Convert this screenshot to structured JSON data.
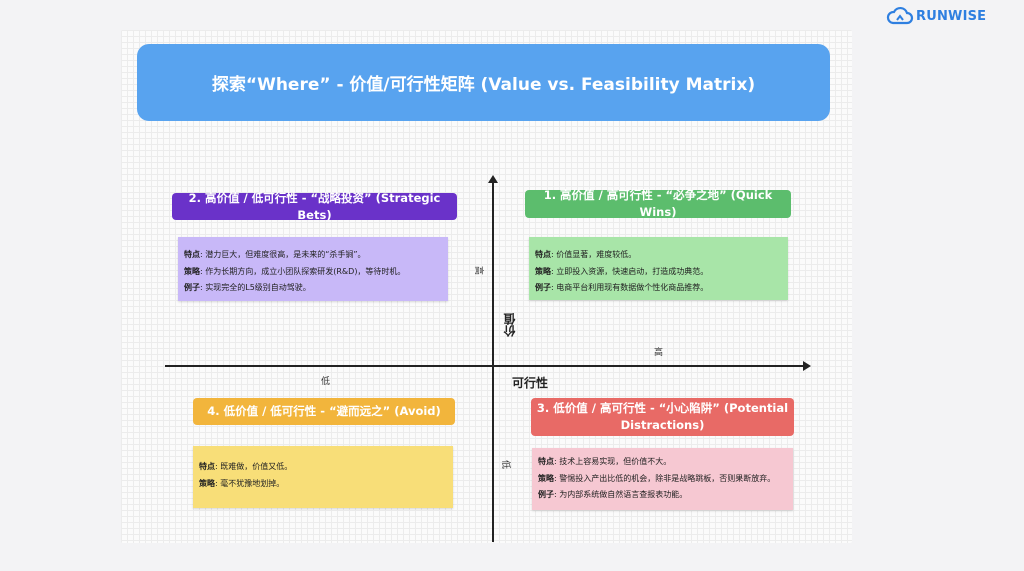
{
  "brand": {
    "name": "RUNWISE",
    "icon": "cloud-logo-icon",
    "color": "#2e7fe0"
  },
  "title": "探索“Where” - 价值/可行性矩阵 (Value vs. Feasibility Matrix)",
  "axes": {
    "x_title": "可行性",
    "y_title": "价值",
    "x_high": "高",
    "x_low": "低",
    "y_high": "高",
    "y_low": "低"
  },
  "quadrants": {
    "q1": {
      "title": "1. 高价值 / 高可行性 - “必争之地” (Quick Wins)",
      "color": "#5cbd6d",
      "note_color": "#a8e5a8",
      "items": [
        {
          "label": "特点",
          "text": ": 价值显著，难度较低。"
        },
        {
          "label": "策略",
          "text": ": 立即投入资源，快速启动，打造成功典范。"
        },
        {
          "label": "例子",
          "text": ": 电商平台利用现有数据做个性化商品推荐。"
        }
      ]
    },
    "q2": {
      "title": "2. 高价值 / 低可行性 - “战略投资” (Strategic Bets)",
      "color": "#6a32c9",
      "note_color": "#c8b8f8",
      "items": [
        {
          "label": "特点",
          "text": ": 潜力巨大，但难度很高，是未来的“杀手锏”。"
        },
        {
          "label": "策略",
          "text": ": 作为长期方向，成立小团队探索研发(R&D)，等待时机。"
        },
        {
          "label": "例子",
          "text": ": 实现完全的L5级别自动驾驶。"
        }
      ]
    },
    "q3": {
      "title": "3. 低价值 / 高可行性 - “小心陷阱” (Potential Distractions)",
      "color": "#e86a66",
      "note_color": "#f6c8d2",
      "items": [
        {
          "label": "特点",
          "text": ": 技术上容易实现，但价值不大。"
        },
        {
          "label": "策略",
          "text": ": 警惕投入产出比低的机会，除非是战略跳板，否则果断放弃。"
        },
        {
          "label": "例子",
          "text": ": 为内部系统做自然语言查报表功能。"
        }
      ]
    },
    "q4": {
      "title": "4. 低价值 / 低可行性 - “避而远之” (Avoid)",
      "color": "#f2b53c",
      "note_color": "#f8de78",
      "items": [
        {
          "label": "特点",
          "text": ": 既难做，价值又低。"
        },
        {
          "label": "策略",
          "text": ": 毫不犹豫地划掉。"
        }
      ]
    }
  }
}
